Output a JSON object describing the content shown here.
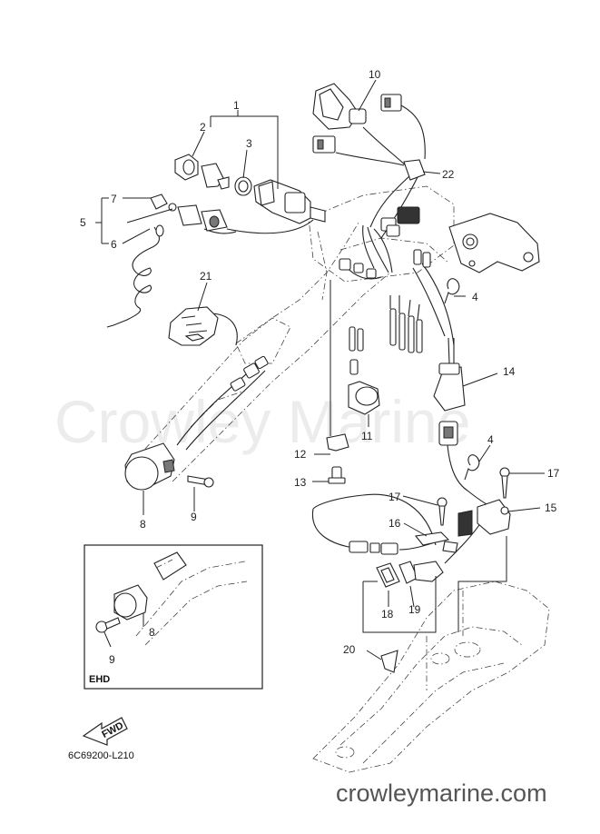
{
  "watermark": "Crowley Marine",
  "website": "crowleymarine.com",
  "diagram_code": "6C69200-L210",
  "inset_label": "EHD",
  "fwd_label": "FWD",
  "callouts": {
    "c1": "1",
    "c2": "2",
    "c3": "3",
    "c4a": "4",
    "c4b": "4",
    "c5": "5",
    "c6": "6",
    "c7": "7",
    "c8": "8",
    "c8i": "8",
    "c9": "9",
    "c9i": "9",
    "c10": "10",
    "c11": "11",
    "c12": "12",
    "c13": "13",
    "c14": "14",
    "c15": "15",
    "c16": "16",
    "c17a": "17",
    "c17b": "17",
    "c18": "18",
    "c19": "19",
    "c20": "20",
    "c21": "21",
    "c22": "22"
  }
}
